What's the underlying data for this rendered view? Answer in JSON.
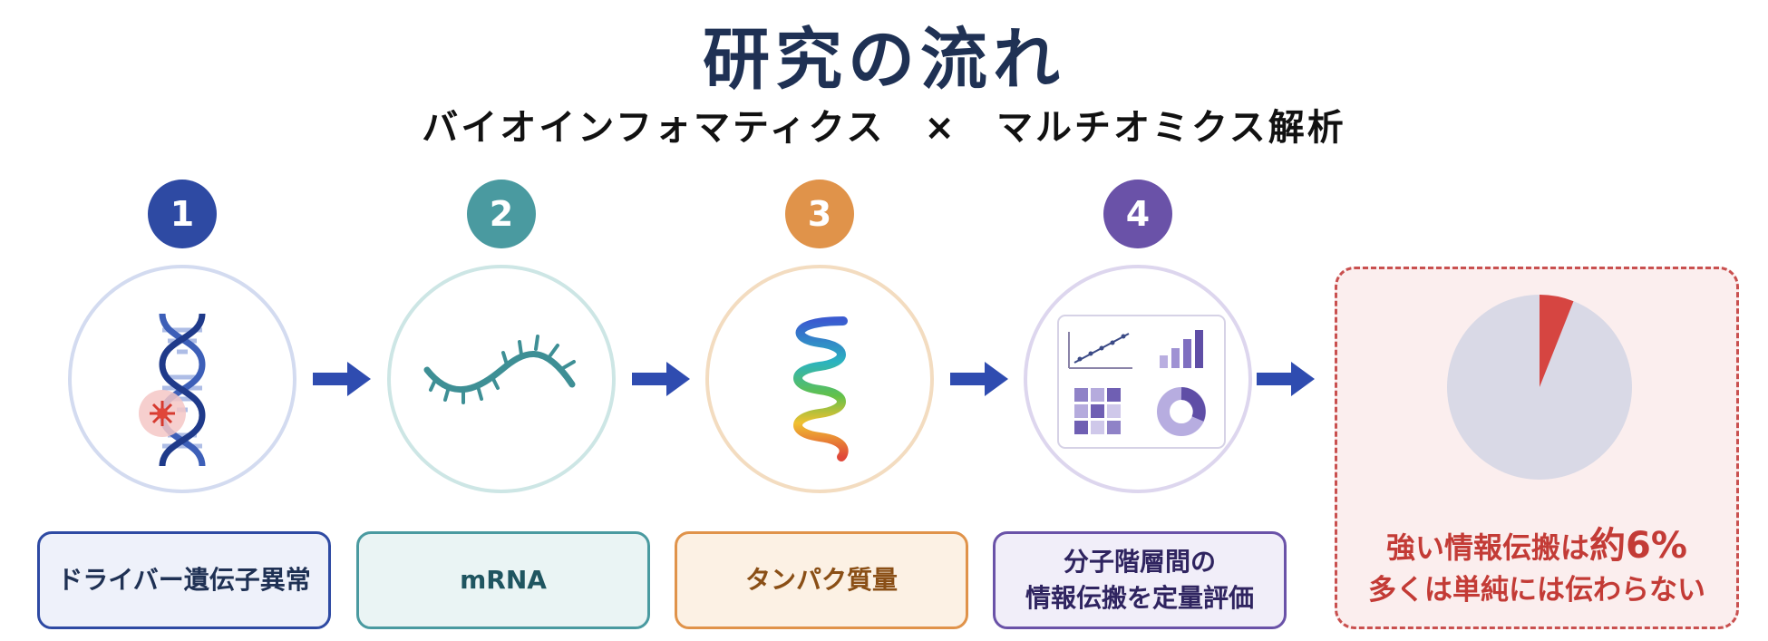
{
  "title": "研究の流れ",
  "subtitle": "バイオインフォマティクス　×　マルチオミクス解析",
  "steps": [
    {
      "number": "1",
      "label_line1": "ドライバー遺伝子異常",
      "label_line2": "",
      "color": "#2e4aa3",
      "icon": "dna-mutation-icon"
    },
    {
      "number": "2",
      "label_line1": "mRNA",
      "label_line2": "",
      "color": "#4a9aa0",
      "icon": "mrna-strand-icon"
    },
    {
      "number": "3",
      "label_line1": "タンパク質量",
      "label_line2": "",
      "color": "#e0934a",
      "icon": "protein-helix-icon"
    },
    {
      "number": "4",
      "label_line1": "分子階層間の",
      "label_line2": "情報伝搬を定量評価",
      "color": "#6a52a8",
      "icon": "analytics-dashboard-icon"
    }
  ],
  "result": {
    "line1_prefix": "強い情報伝搬は",
    "line1_value": "約6%",
    "line2": "多くは単純には伝わらない",
    "pie_fraction": 0.06,
    "colors": {
      "highlight": "#d64541",
      "remainder": "#d9d9e6"
    }
  },
  "colors": {
    "arrow": "#2f4cb0",
    "title": "#1f3154"
  }
}
